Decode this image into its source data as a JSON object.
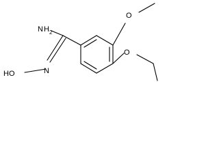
{
  "structure": {
    "atom_labels": {
      "amine_n": "N",
      "amine_h": "H",
      "amine_h_count": "2",
      "oxime_n": "N",
      "hydroxyl": "HO",
      "methoxy_o": "O",
      "ethoxy_o": "O"
    },
    "colors": {
      "bond": "#000000",
      "label": "#000000",
      "background": "#ffffff"
    }
  }
}
